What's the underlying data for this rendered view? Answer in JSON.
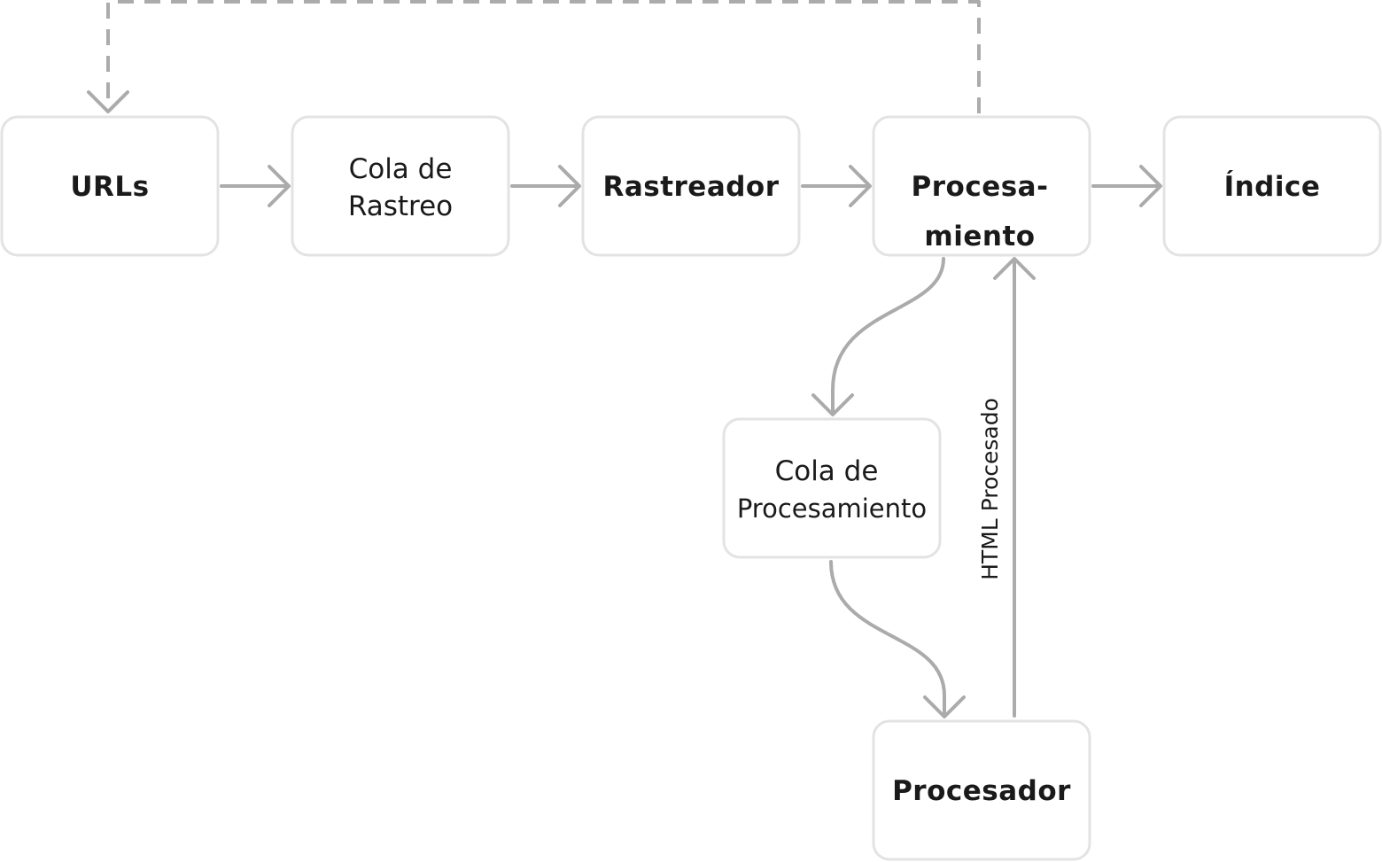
{
  "nodes": {
    "urls": {
      "lines": [
        "URLs"
      ]
    },
    "crawl_queue": {
      "lines": [
        "Cola de",
        "Rastreo"
      ]
    },
    "crawler": {
      "lines": [
        "Rastreador"
      ]
    },
    "processing": {
      "lines": [
        "Procesa-",
        "miento"
      ]
    },
    "index": {
      "lines": [
        "Índice"
      ]
    },
    "processing_queue": {
      "lines": [
        "Cola de",
        "Procesamiento"
      ]
    },
    "processor": {
      "lines": [
        "Procesador"
      ]
    }
  },
  "edges": {
    "processor_to_processing": {
      "label": "HTML Procesado"
    }
  },
  "colors": {
    "edge": "#ababab",
    "node_border": "#e3e3e3",
    "text": "#1a1a1a",
    "background": "#ffffff"
  }
}
